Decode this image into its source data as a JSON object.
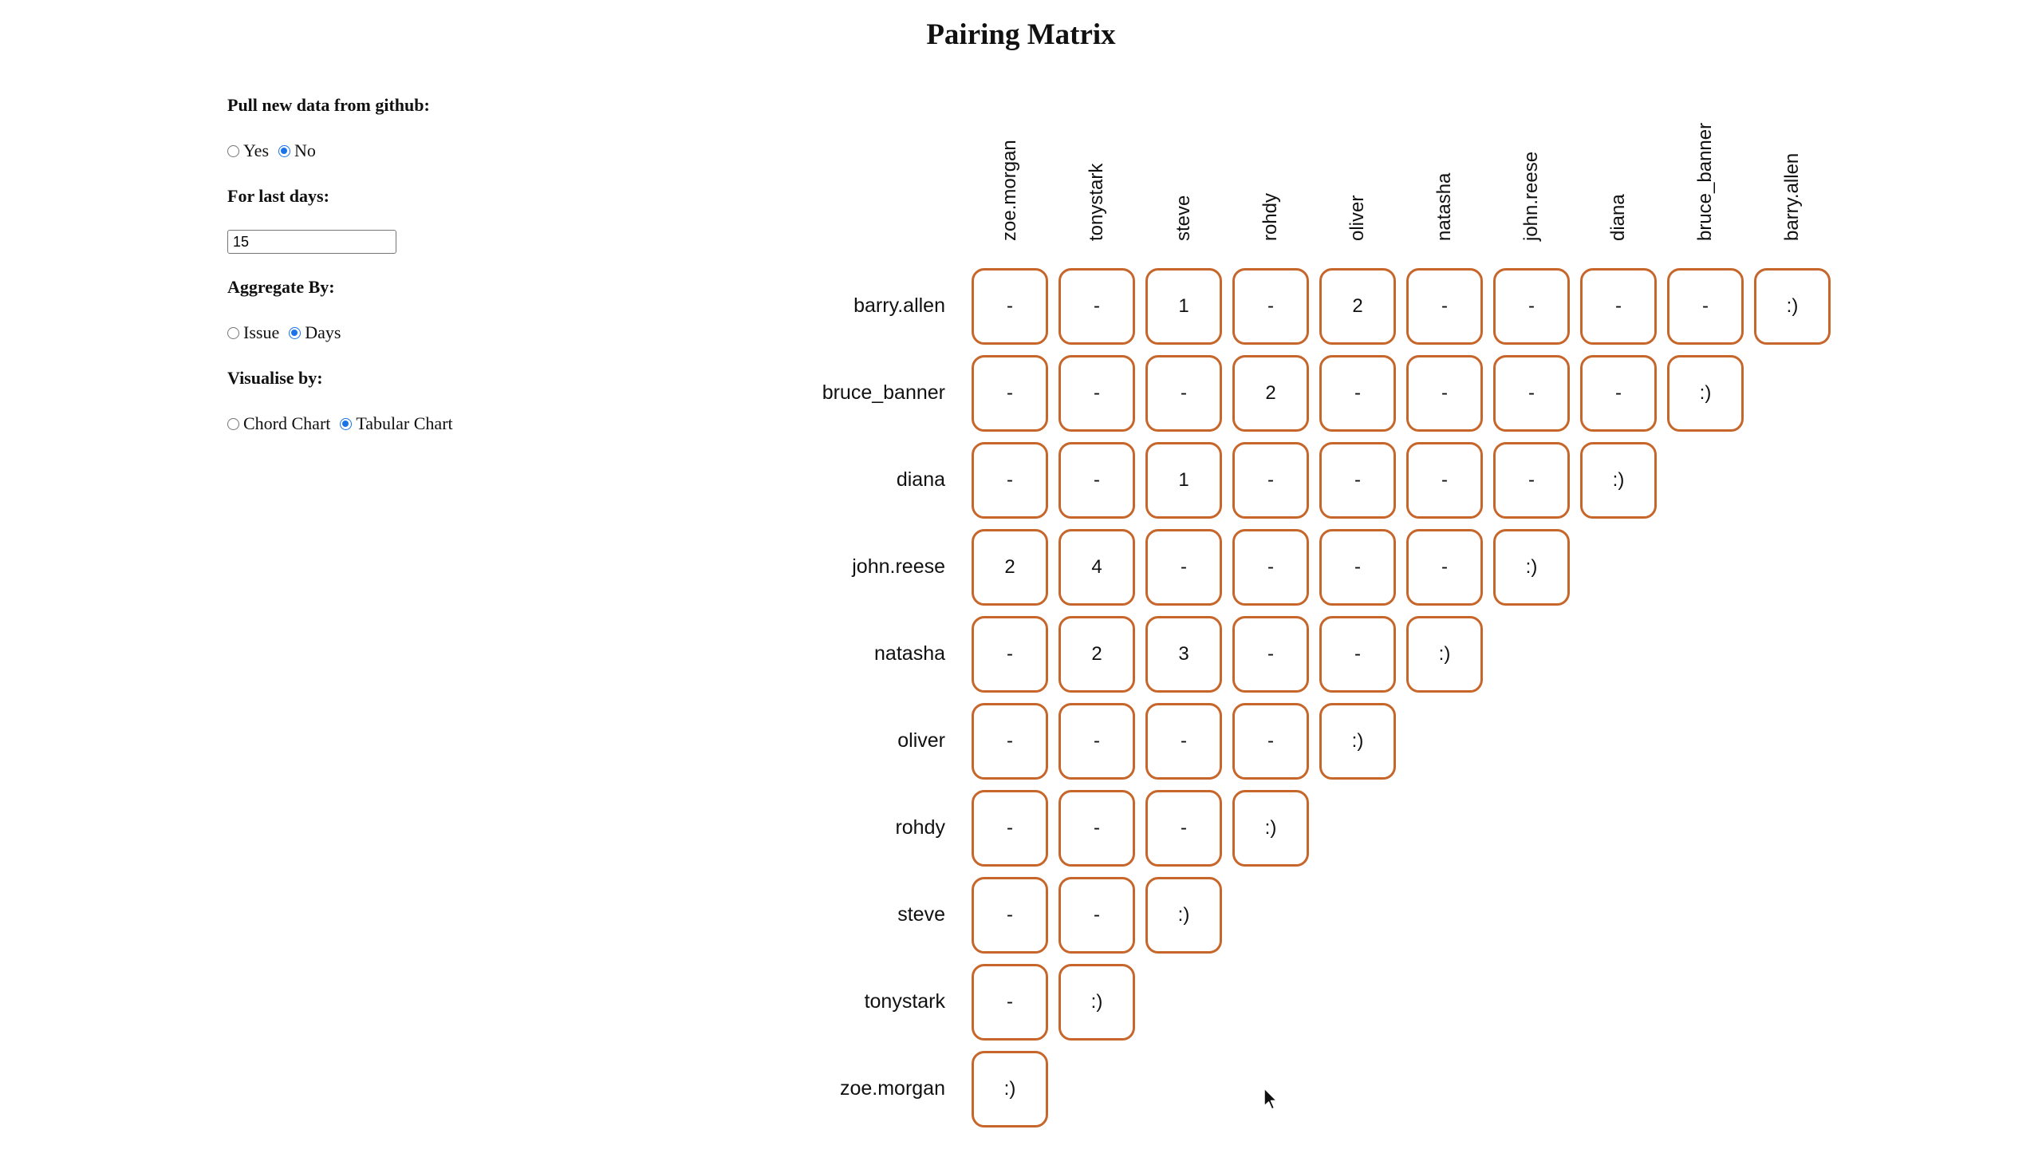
{
  "page": {
    "title": "Pairing Matrix"
  },
  "controls": {
    "pull_label": "Pull new data from github:",
    "pull_options": [
      {
        "label": "Yes",
        "checked": false
      },
      {
        "label": "No",
        "checked": true
      }
    ],
    "days_label": "For last days:",
    "days_value": "15",
    "aggregate_label": "Aggregate By:",
    "aggregate_options": [
      {
        "label": "Issue",
        "checked": false
      },
      {
        "label": "Days",
        "checked": true
      }
    ],
    "visualise_label": "Visualise by:",
    "visualise_options": [
      {
        "label": "Chord Chart",
        "checked": false
      },
      {
        "label": "Tabular Chart",
        "checked": true
      }
    ]
  },
  "colors": {
    "cell_border": "#c7662a",
    "radio_checked": "#1a73e8"
  },
  "matrix": {
    "columns": [
      "zoe.morgan",
      "tonystark",
      "steve",
      "rohdy",
      "oliver",
      "natasha",
      "john.reese",
      "diana",
      "bruce_banner",
      "barry.allen"
    ],
    "rows": [
      {
        "name": "barry.allen",
        "cells": [
          "-",
          "-",
          "1",
          "-",
          "2",
          "-",
          "-",
          "-",
          "-",
          ":)"
        ]
      },
      {
        "name": "bruce_banner",
        "cells": [
          "-",
          "-",
          "-",
          "2",
          "-",
          "-",
          "-",
          "-",
          ":)"
        ]
      },
      {
        "name": "diana",
        "cells": [
          "-",
          "-",
          "1",
          "-",
          "-",
          "-",
          "-",
          ":)"
        ]
      },
      {
        "name": "john.reese",
        "cells": [
          "2",
          "4",
          "-",
          "-",
          "-",
          "-",
          ":)"
        ]
      },
      {
        "name": "natasha",
        "cells": [
          "-",
          "2",
          "3",
          "-",
          "-",
          ":)"
        ]
      },
      {
        "name": "oliver",
        "cells": [
          "-",
          "-",
          "-",
          "-",
          ":)"
        ]
      },
      {
        "name": "rohdy",
        "cells": [
          "-",
          "-",
          "-",
          ":)"
        ]
      },
      {
        "name": "steve",
        "cells": [
          "-",
          "-",
          ":)"
        ]
      },
      {
        "name": "tonystark",
        "cells": [
          "-",
          ":)"
        ]
      },
      {
        "name": "zoe.morgan",
        "cells": [
          ":)"
        ]
      }
    ]
  }
}
